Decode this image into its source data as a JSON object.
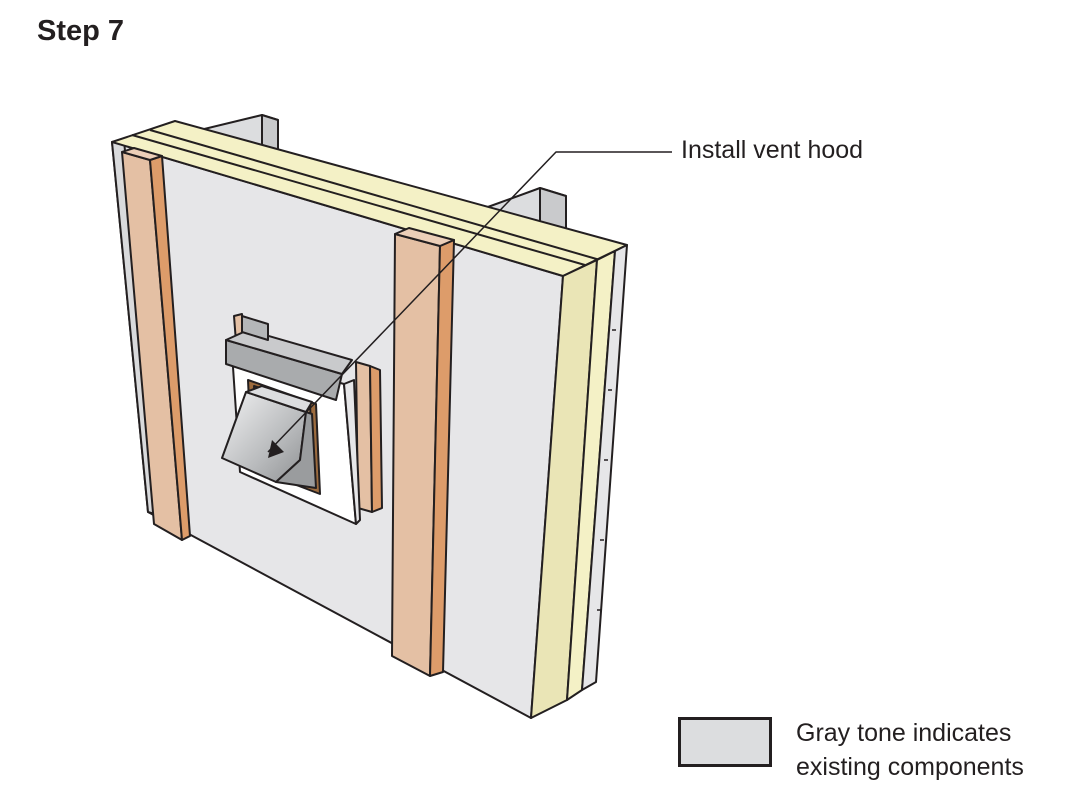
{
  "title": "Step 7",
  "callout": "Install vent hood",
  "legend": {
    "line1": "Gray tone indicates",
    "line2": "existing components"
  },
  "colors": {
    "existing_gray": "#e6e6e8",
    "insulation": "#f2efc2",
    "stud": "#e4c0a4",
    "stud_side": "#dd9c6a",
    "vent_metal": "#b9bbbd",
    "vent_flange": "#9c6b3e",
    "outline": "#231f20"
  }
}
